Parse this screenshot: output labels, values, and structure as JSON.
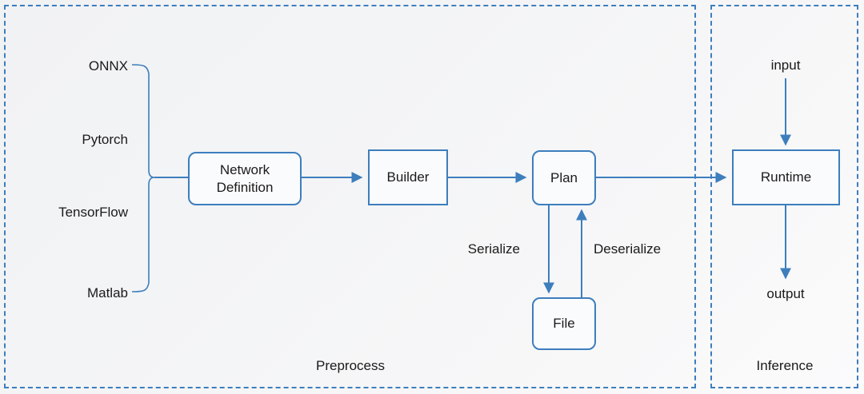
{
  "diagram": {
    "title_visible": false,
    "colors": {
      "accent": "#3d7ebd",
      "panel_border": "#3d7ebd",
      "text": "#1a1a1a",
      "node_fill": "#fafbfc",
      "background": "#f2f3f5"
    },
    "panels": [
      {
        "id": "preprocess",
        "label": "Preprocess"
      },
      {
        "id": "inference",
        "label": "Inference"
      }
    ],
    "sources": [
      {
        "id": "onnx",
        "label": "ONNX"
      },
      {
        "id": "pytorch",
        "label": "Pytorch"
      },
      {
        "id": "tensorflow",
        "label": "TensorFlow"
      },
      {
        "id": "matlab",
        "label": "Matlab"
      }
    ],
    "nodes": [
      {
        "id": "network-definition",
        "line1": "Network",
        "line2": "Definition",
        "shape": "rounded"
      },
      {
        "id": "builder",
        "label": "Builder",
        "shape": "square"
      },
      {
        "id": "plan",
        "label": "Plan",
        "shape": "rounded"
      },
      {
        "id": "file",
        "label": "File",
        "shape": "rounded"
      },
      {
        "id": "runtime",
        "label": "Runtime",
        "shape": "square"
      }
    ],
    "edge_labels": [
      {
        "id": "serialize",
        "label": "Serialize"
      },
      {
        "id": "deserialize",
        "label": "Deserialize"
      }
    ],
    "io": [
      {
        "id": "input",
        "label": "input"
      },
      {
        "id": "output",
        "label": "output"
      }
    ]
  }
}
